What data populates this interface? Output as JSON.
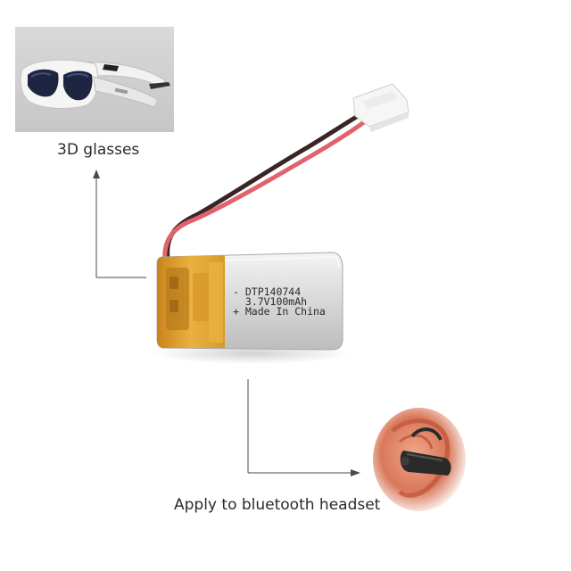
{
  "captions": {
    "glasses": "3D glasses",
    "headset": "Apply to bluetooth headset"
  },
  "battery_label": {
    "line1": "- DTP140744",
    "line2": "  3.7V100mAh",
    "line3": "+ Made In China"
  },
  "icons": {
    "glasses": "3d-glasses-photo",
    "headset": "bluetooth-headset-photo",
    "battery": "lipo-battery-photo",
    "connector": "white-connector-plug"
  },
  "colors": {
    "background": "#ffffff",
    "kapton_tape": "#e0a22a",
    "battery_foil": "#dcdcdc",
    "red_wire": "#e0636c",
    "black_wire": "#3a2424",
    "line": "#4a4a4a"
  }
}
